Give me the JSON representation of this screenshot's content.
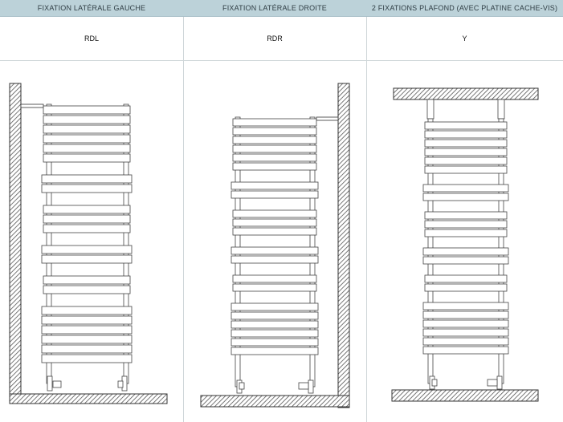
{
  "columns": [
    {
      "header": "FIXATION LATÉRALE GAUCHE",
      "code": "RDL",
      "variant": "left-wall"
    },
    {
      "header": "FIXATION LATÉRALE DROITE",
      "code": "RDR",
      "variant": "right-wall"
    },
    {
      "header": "2 FIXATIONS PLAFOND (AVEC PLATINE CACHE-VIS)",
      "code": "Y",
      "variant": "ceiling"
    }
  ]
}
